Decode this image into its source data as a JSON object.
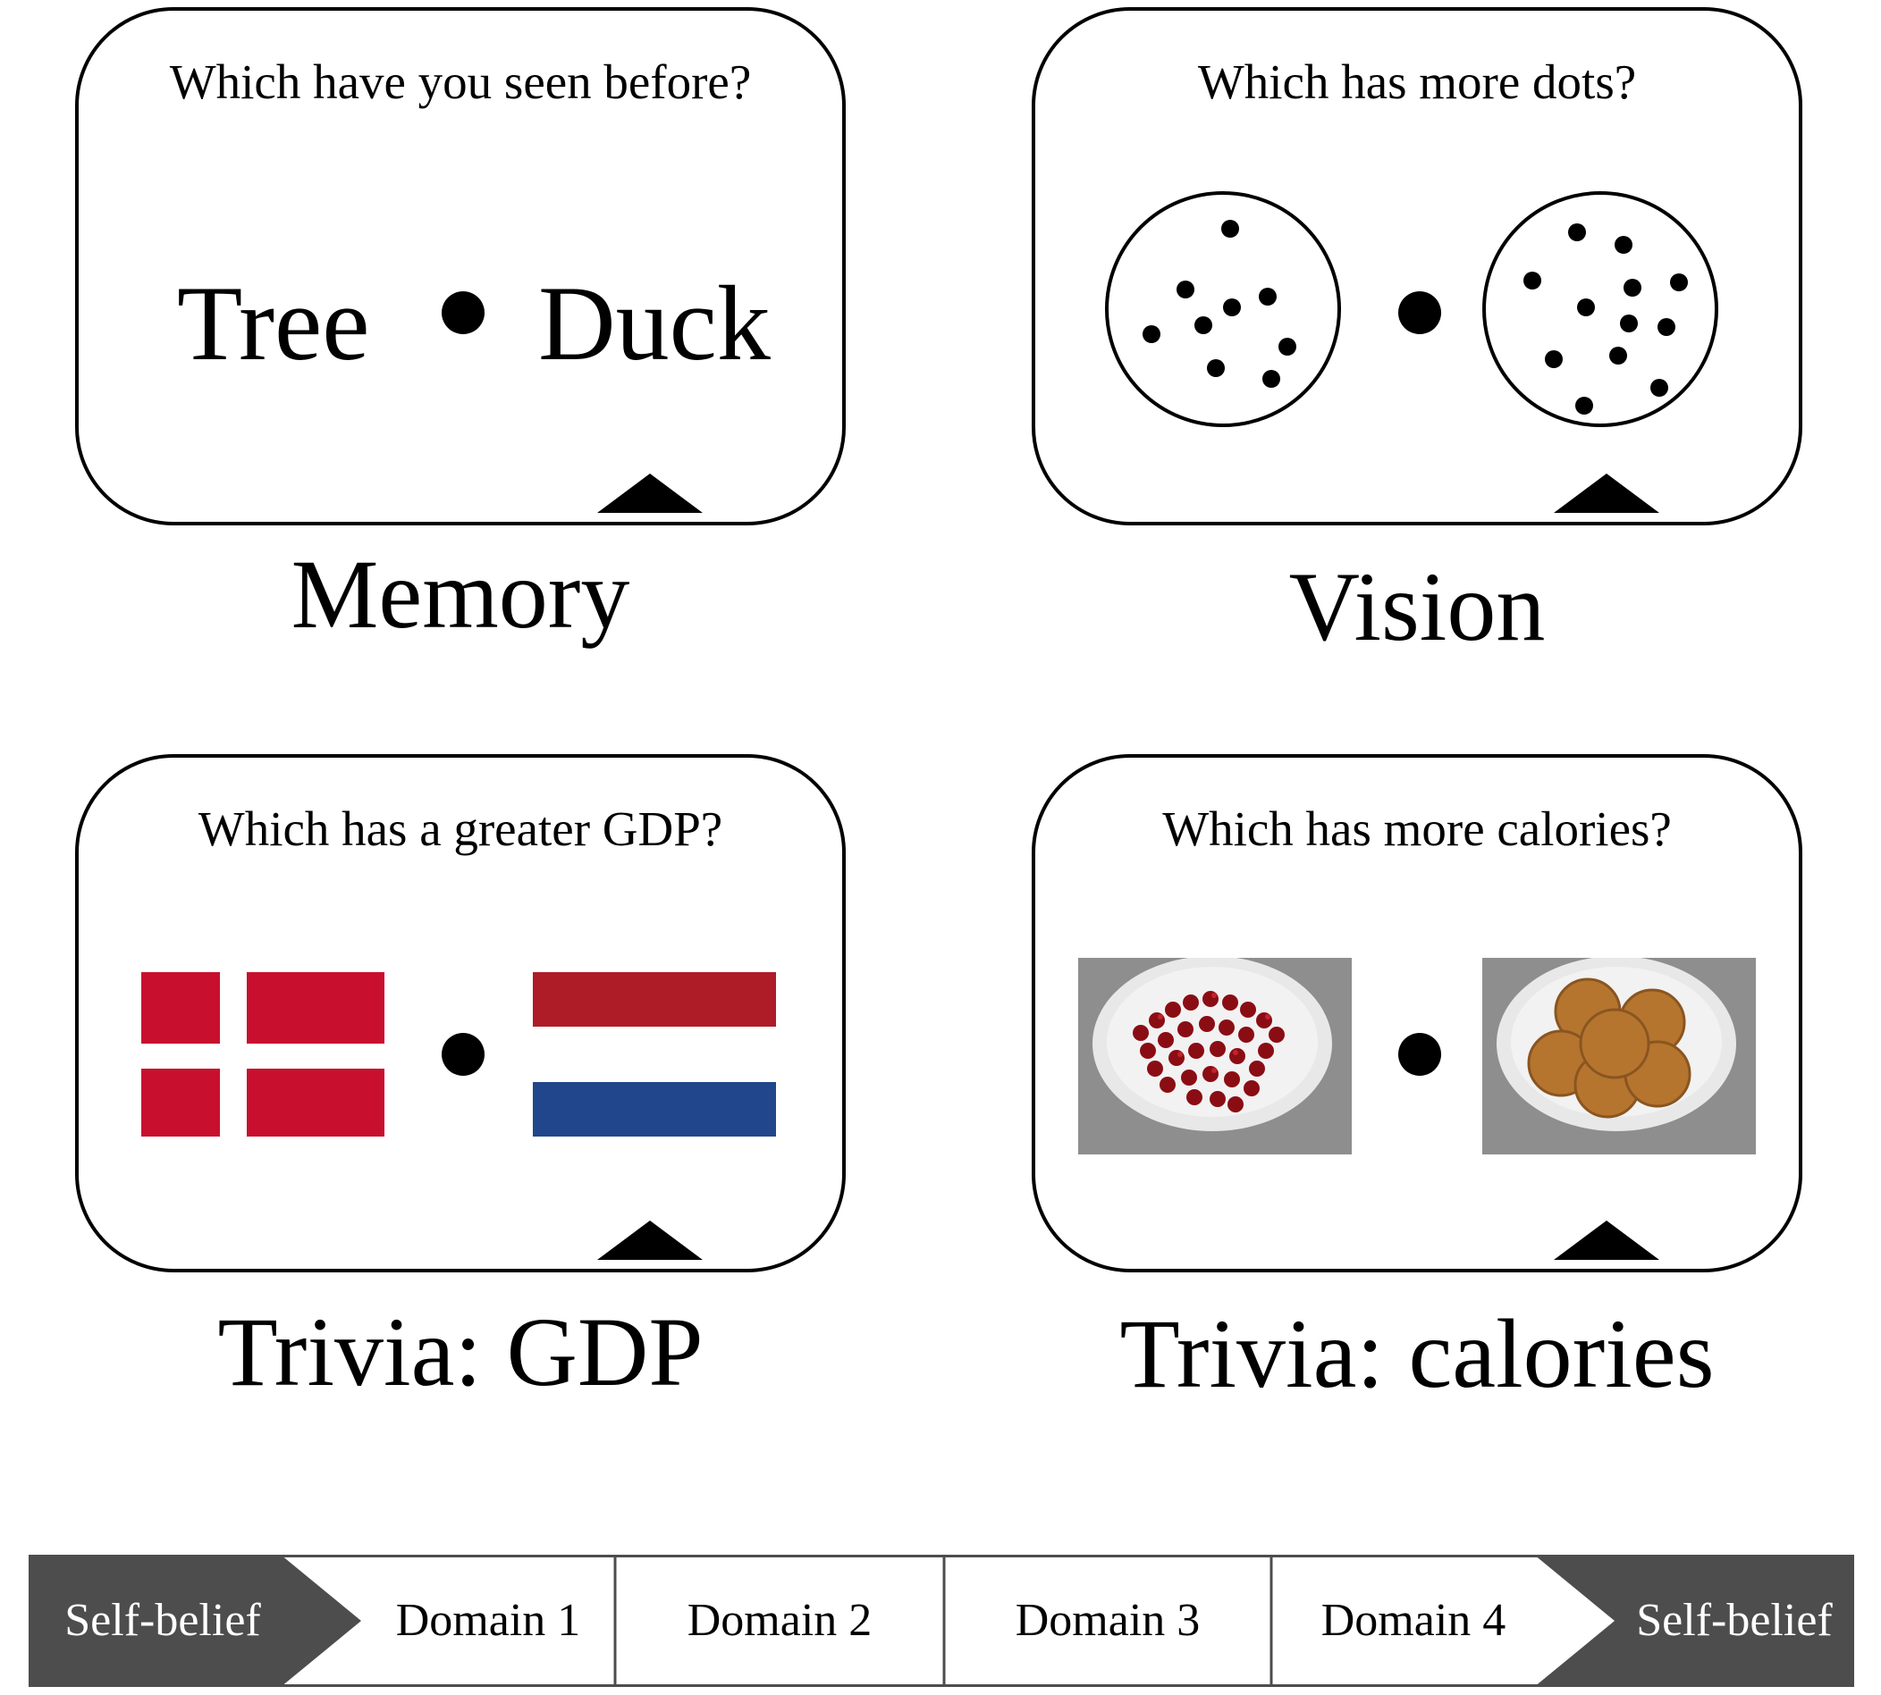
{
  "panels": {
    "memory": {
      "question": "Which have you seen before?",
      "left_word": "Tree",
      "right_word": "Duck",
      "label": "Memory"
    },
    "vision": {
      "question": "Which has more dots?",
      "label": "Vision"
    },
    "gdp": {
      "question": "Which has a greater GDP?",
      "label": "Trivia: GDP",
      "left_flag_icon": "denmark-flag-icon",
      "right_flag_icon": "netherlands-flag-icon"
    },
    "calories": {
      "question": "Which has more calories?",
      "label": "Trivia: calories",
      "left_image": "cherries-plate-image",
      "right_image": "stroopwafels-plate-image"
    }
  },
  "timeline": {
    "segments": [
      "Self-belief",
      "Domain 1",
      "Domain 2",
      "Domain 3",
      "Domain 4",
      "Self-belief"
    ]
  },
  "colors": {
    "timeline_dark": "#4d4d4d",
    "denmark_red": "#C8102E",
    "netherlands_red": "#AE1C28",
    "netherlands_blue": "#21468B",
    "photo_background": "#8e8e8e"
  }
}
